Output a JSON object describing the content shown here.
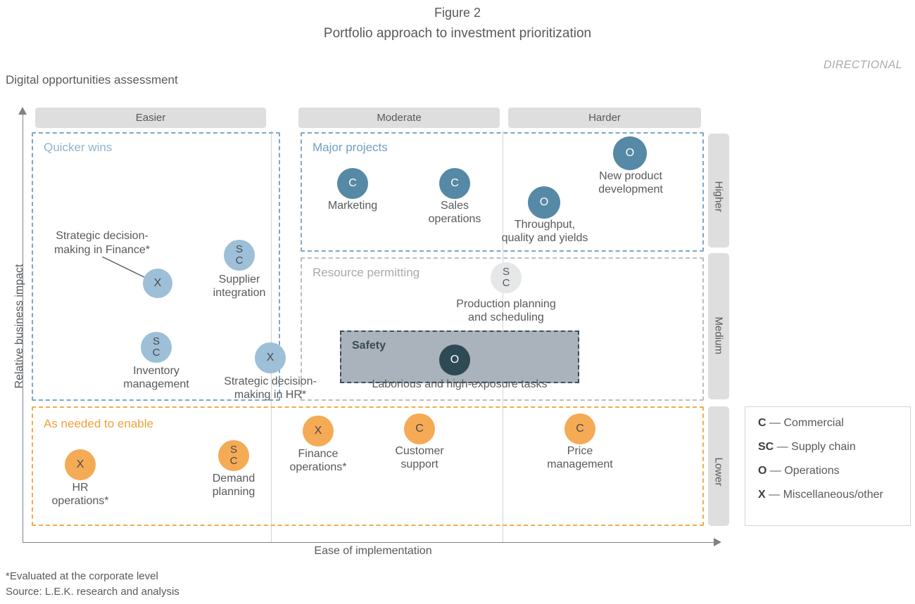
{
  "figure": {
    "title": "Figure 2",
    "subtitle": "Portfolio approach to investment prioritization",
    "directional_tag": "DIRECTIONAL",
    "assessment_label": "Digital opportunities assessment"
  },
  "axes": {
    "x_title": "Ease of implementation",
    "y_title": "Relative business impact",
    "x_categories": [
      "Easier",
      "Moderate",
      "Harder"
    ],
    "y_categories": [
      "Higher",
      "Medium",
      "Lower"
    ]
  },
  "zones": {
    "quicker_wins": "Quicker wins",
    "major_projects": "Major projects",
    "resource_permitting": "Resource permitting",
    "as_needed": "As needed to enable",
    "safety": "Safety",
    "safety_caption": "Laborious and high-exposure tasks"
  },
  "callout": {
    "text": "Strategic decision-making in Finance*"
  },
  "legend": {
    "items": [
      {
        "code": "C",
        "dash": "—",
        "label": "Commercial"
      },
      {
        "code": "SC",
        "dash": "—",
        "label": "Supply chain"
      },
      {
        "code": "O",
        "dash": "—",
        "label": "Operations"
      },
      {
        "code": "X",
        "dash": "—",
        "label": "Miscellaneous/other"
      }
    ]
  },
  "footnotes": {
    "line1": "*Evaluated at the corporate level",
    "line2": "Source: L.E.K. research and analysis"
  },
  "colors": {
    "light_blue": "#9dbfd8",
    "dark_blue": "#5589a5",
    "navy": "#2e4a55",
    "orange": "#f5aa55",
    "gray_bubble": "#e6e7e8",
    "safety_fill": "#aab3bb",
    "header_gray": "#dedede",
    "zone_blue_border": "#7da7c4",
    "zone_orange_border": "#f0ad4e"
  },
  "chart_data": {
    "type": "scatter",
    "title": "Portfolio approach to investment prioritization",
    "subtitle": "Digital opportunities assessment",
    "xlabel": "Ease of implementation",
    "ylabel": "Relative business impact",
    "x_categories": [
      "Easier",
      "Moderate",
      "Harder"
    ],
    "y_categories": [
      "Higher",
      "Medium",
      "Lower"
    ],
    "legend_position": "bottom-right",
    "grid": false,
    "annotations": [
      "DIRECTIONAL",
      "*Evaluated at the corporate level",
      "Source: L.E.K. research and analysis"
    ],
    "zones": [
      {
        "name": "Quicker wins",
        "x": "Easier",
        "y": "Higher-Medium",
        "style": "dashed-blue"
      },
      {
        "name": "Major projects",
        "x": "Moderate-Harder",
        "y": "Higher",
        "style": "dashed-blue"
      },
      {
        "name": "Resource permitting",
        "x": "Moderate-Harder",
        "y": "Medium",
        "style": "dashed-gray"
      },
      {
        "name": "As needed to enable",
        "x": "Easier-Harder",
        "y": "Lower",
        "style": "dashed-orange"
      },
      {
        "name": "Safety",
        "x": "Moderate",
        "y": "Medium",
        "style": "solid-fill-highlight"
      }
    ],
    "points": [
      {
        "label": "Strategic decision-making in Finance*",
        "code": "X",
        "category": "Miscellaneous/other",
        "color": "#9dbfd8",
        "zone": "Quicker wins",
        "x": "Easier",
        "y": "Higher"
      },
      {
        "label": "Supplier integration",
        "code": "SC",
        "category": "Supply chain",
        "color": "#9dbfd8",
        "zone": "Quicker wins",
        "x": "Easier",
        "y": "Higher"
      },
      {
        "label": "Inventory management",
        "code": "SC",
        "category": "Supply chain",
        "color": "#9dbfd8",
        "zone": "Quicker wins",
        "x": "Easier",
        "y": "Medium"
      },
      {
        "label": "Strategic decision-making in HR*",
        "code": "X",
        "category": "Miscellaneous/other",
        "color": "#9dbfd8",
        "zone": "Quicker wins",
        "x": "Easier",
        "y": "Medium"
      },
      {
        "label": "Marketing",
        "code": "C",
        "category": "Commercial",
        "color": "#5589a5",
        "zone": "Major projects",
        "x": "Moderate",
        "y": "Higher"
      },
      {
        "label": "Sales operations",
        "code": "C",
        "category": "Commercial",
        "color": "#5589a5",
        "zone": "Major projects",
        "x": "Moderate",
        "y": "Higher"
      },
      {
        "label": "Throughput, quality and yields",
        "code": "O",
        "category": "Operations",
        "color": "#5589a5",
        "zone": "Major projects",
        "x": "Harder",
        "y": "Higher"
      },
      {
        "label": "New product development",
        "code": "O",
        "category": "Operations",
        "color": "#5589a5",
        "zone": "Major projects",
        "x": "Harder",
        "y": "Higher"
      },
      {
        "label": "Production planning and scheduling",
        "code": "SC",
        "category": "Supply chain",
        "color": "#e6e7e8",
        "zone": "Resource permitting",
        "x": "Moderate",
        "y": "Medium"
      },
      {
        "label": "Laborious and high-exposure tasks",
        "code": "O",
        "category": "Operations",
        "color": "#2e4a55",
        "zone": "Safety",
        "x": "Moderate",
        "y": "Medium"
      },
      {
        "label": "HR operations*",
        "code": "X",
        "category": "Miscellaneous/other",
        "color": "#f5aa55",
        "zone": "As needed to enable",
        "x": "Easier",
        "y": "Lower"
      },
      {
        "label": "Demand planning",
        "code": "SC",
        "category": "Supply chain",
        "color": "#f5aa55",
        "zone": "As needed to enable",
        "x": "Easier",
        "y": "Lower"
      },
      {
        "label": "Finance operations*",
        "code": "X",
        "category": "Miscellaneous/other",
        "color": "#f5aa55",
        "zone": "As needed to enable",
        "x": "Moderate",
        "y": "Lower"
      },
      {
        "label": "Customer support",
        "code": "C",
        "category": "Commercial",
        "color": "#f5aa55",
        "zone": "As needed to enable",
        "x": "Moderate",
        "y": "Lower"
      },
      {
        "label": "Price management",
        "code": "C",
        "category": "Commercial",
        "color": "#f5aa55",
        "zone": "As needed to enable",
        "x": "Harder",
        "y": "Lower"
      }
    ]
  }
}
